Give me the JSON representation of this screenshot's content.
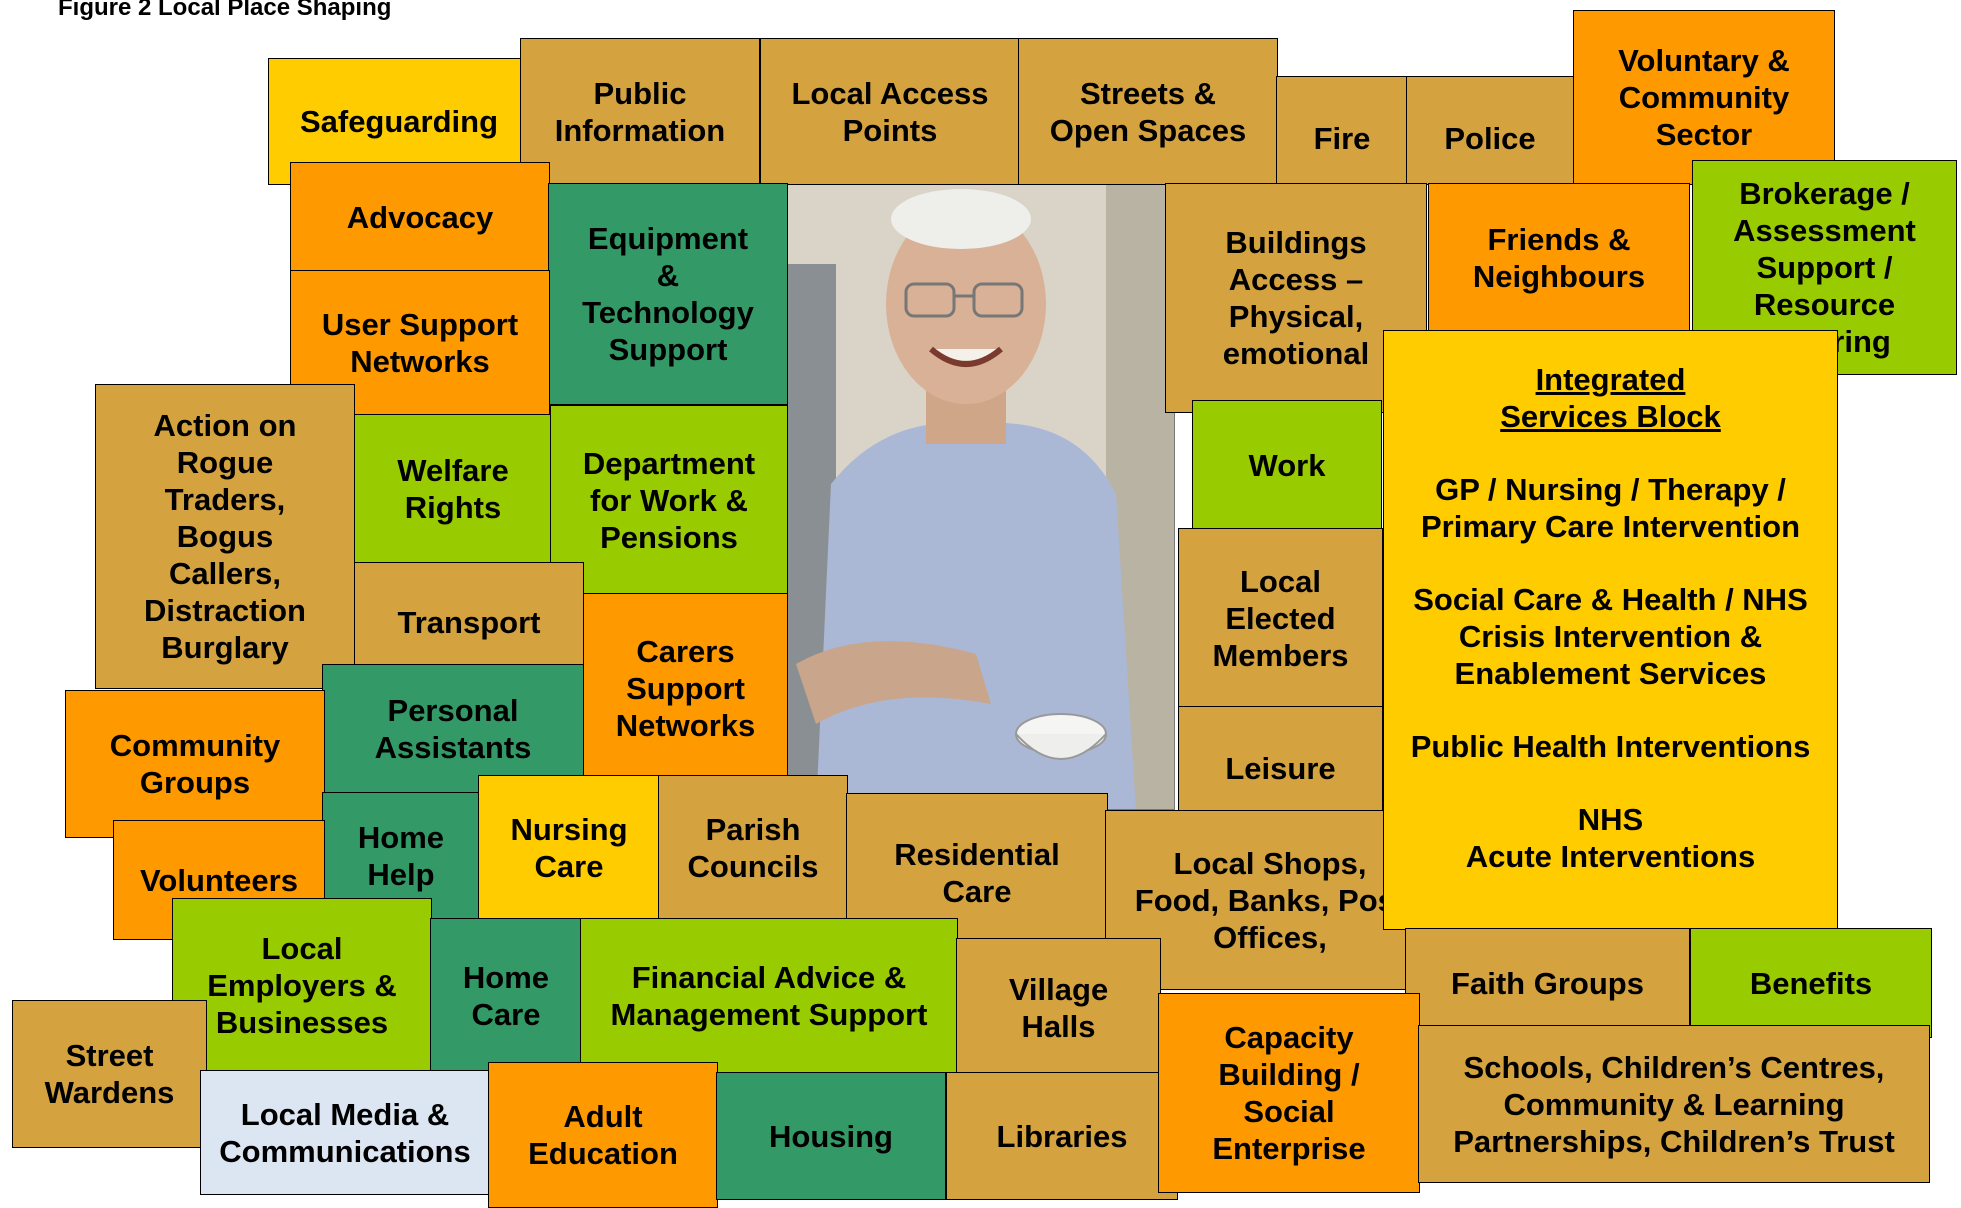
{
  "caption": "Figure 2 Local Place Shaping",
  "boxes": {
    "safeguarding": "Safeguarding",
    "public_information": "Public\nInformation",
    "local_access_points": "Local Access\nPoints",
    "streets_open_spaces": "Streets &\nOpen Spaces",
    "fire": "Fire",
    "police": "Police",
    "voluntary_sector": "Voluntary &\nCommunity\nSector",
    "advocacy": "Advocacy",
    "equipment": "Equipment\n&\nTechnology\nSupport",
    "buildings_access": "Buildings\nAccess –\nPhysical,\nemotional",
    "friends_neighbours": "Friends &\nNeighbours",
    "brokerage": "Brokerage /\nAssessment\nSupport /\nResource\nSecuring",
    "user_support": "User Support\nNetworks",
    "action_rogue": "Action on\nRogue\nTraders,\nBogus\nCallers,\nDistraction\nBurglary",
    "welfare_rights": "Welfare\nRights",
    "dwp": "Department\nfor Work &\nPensions",
    "work": "Work",
    "transport": "Transport",
    "carers": "Carers\nSupport\nNetworks",
    "local_elected": "Local\nElected\nMembers",
    "personal_assistants": "Personal\nAssistants",
    "community_groups": "Community\nGroups",
    "leisure": "Leisure",
    "home_help": "Home\nHelp",
    "nursing_care": "Nursing\nCare",
    "parish_councils": "Parish\nCouncils",
    "residential_care": "Residential\nCare",
    "local_shops": "Local Shops,\nFood, Banks, Post\nOffices,",
    "volunteers": "Volunteers",
    "local_employers": "Local\nEmployers &\nBusinesses",
    "home_care": "Home\nCare",
    "financial_advice": "Financial Advice &\nManagement Support",
    "village_halls": "Village\nHalls",
    "faith_groups": "Faith Groups",
    "benefits": "Benefits",
    "street_wardens": "Street\nWardens",
    "local_media": "Local Media &\nCommunications",
    "adult_education": "Adult\nEducation",
    "housing": "Housing",
    "libraries": "Libraries",
    "capacity_building": "Capacity\nBuilding /\nSocial\nEnterprise",
    "schools": "Schools, Children’s Centres,\nCommunity & Learning\nPartnerships, Children’s Trust"
  },
  "integrated": {
    "title": "Integrated\nServices Block",
    "items": [
      "GP / Nursing / Therapy /\nPrimary Care Intervention",
      "Social Care & Health / NHS\nCrisis Intervention &\nEnablement Services",
      "Public Health Interventions",
      "NHS\nAcute Interventions"
    ]
  },
  "colors": {
    "tan": "#d4a23f",
    "orange": "#ff9900",
    "yellow": "#ffcc00",
    "lime": "#99cc00",
    "green": "#339966",
    "pale_blue": "#dce6f2"
  },
  "photo_subject": "elderly-man-photo"
}
